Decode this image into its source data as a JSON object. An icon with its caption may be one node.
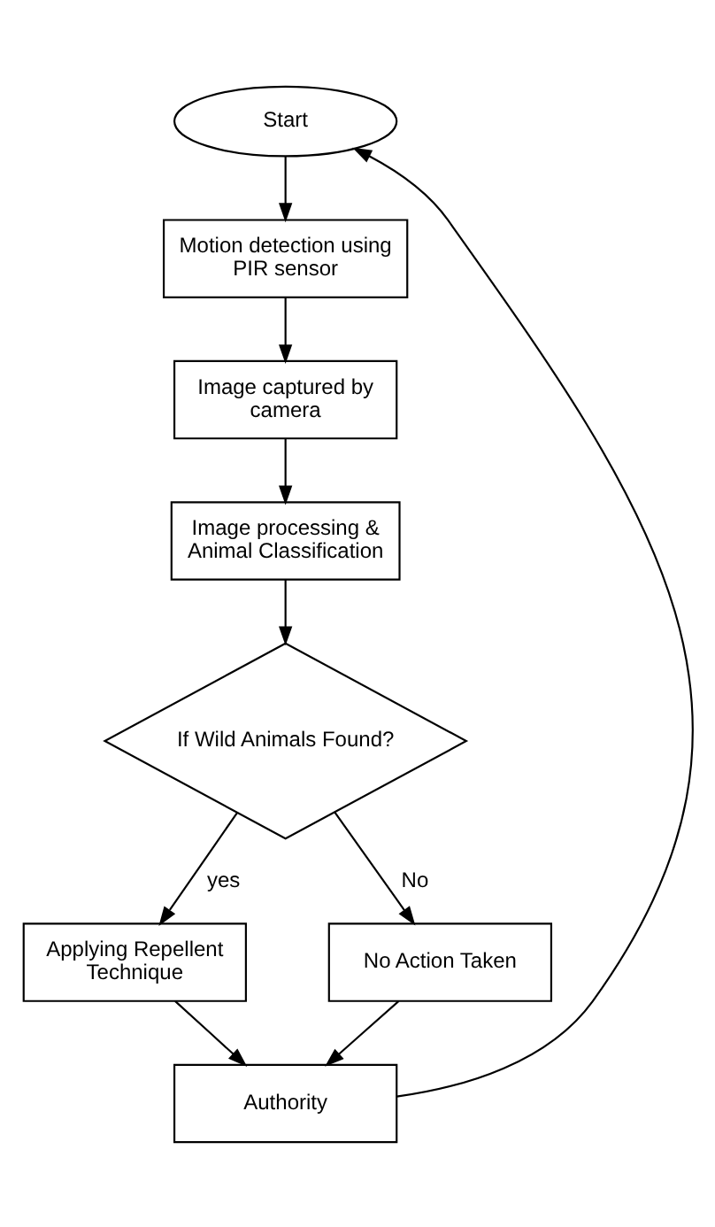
{
  "diagram": {
    "nodes": [
      {
        "text": [
          "Start"
        ]
      },
      {
        "text": [
          "Motion detection using PIR sensor"
        ]
      },
      {
        "text": [
          "Image captured by camera"
        ]
      },
      {
        "text": [
          "Image processing & Animal Classification"
        ]
      },
      {
        "text": [
          "If Wild Animals Found?"
        ]
      },
      {
        "text": [
          "Applying Repellent Technique"
        ]
      },
      {
        "text": [
          "No Action Taken"
        ]
      },
      {
        "text": [
          "Authority"
        ]
      }
    ],
    "edges": [
      {
        "from": 0,
        "to": 1,
        "arrow": "to"
      },
      {
        "from": 1,
        "to": 2,
        "arrow": "to"
      },
      {
        "from": 2,
        "to": 3,
        "arrow": "to"
      },
      {
        "from": 3,
        "to": 4,
        "arrow": "to"
      },
      {
        "from": 4,
        "to": 5,
        "arrow": "to",
        "label": "yes"
      },
      {
        "from": 4,
        "to": 6,
        "arrow": "to",
        "label": "No"
      },
      {
        "from": 5,
        "to": 7,
        "arrow": "to"
      },
      {
        "from": 6,
        "to": 7,
        "arrow": "to"
      },
      {
        "from": 7,
        "to": 0,
        "arrow": "to"
      }
    ]
  }
}
